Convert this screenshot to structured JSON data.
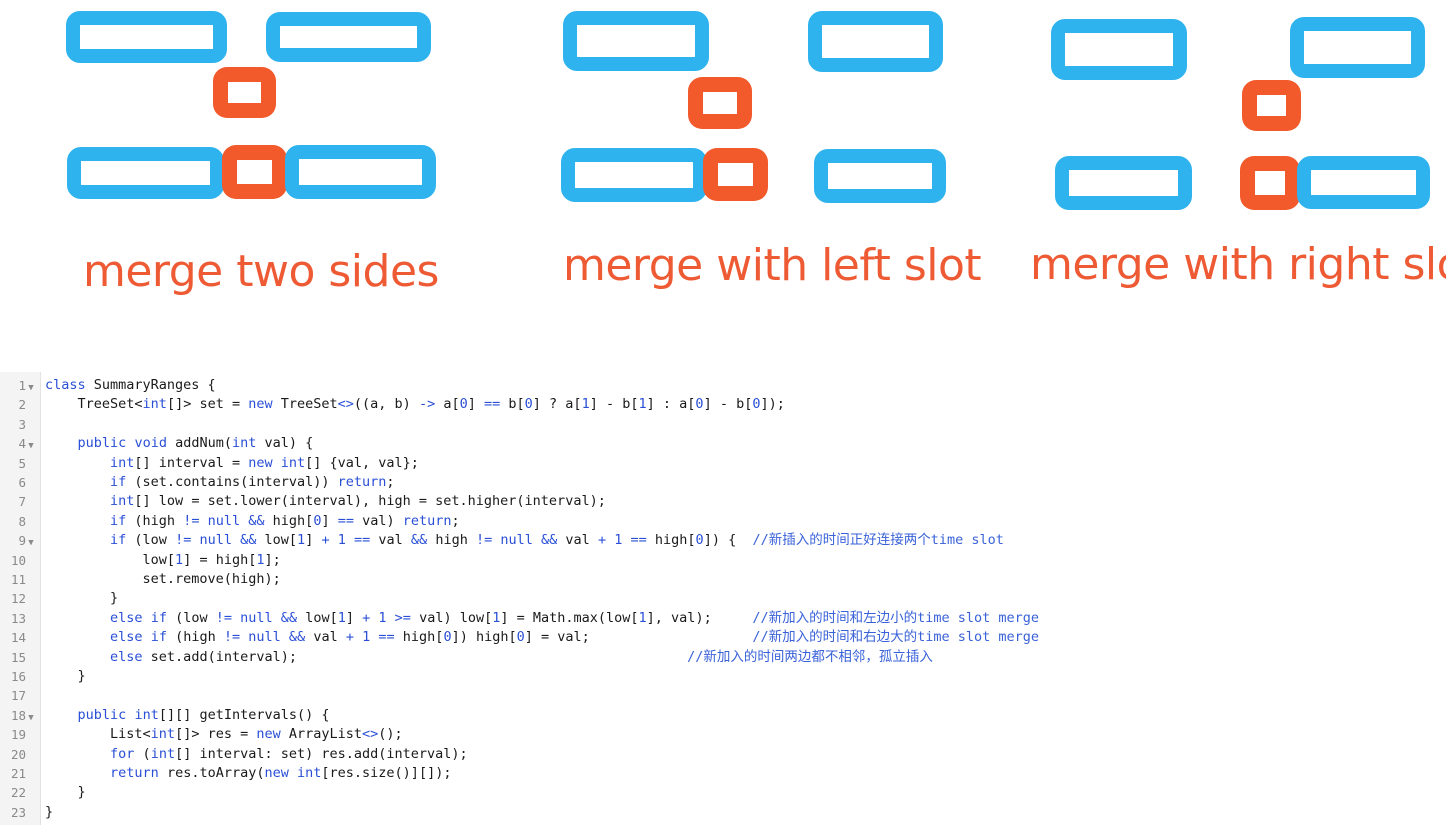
{
  "diagram": {
    "colors": {
      "existing_slot": "#2fb3ee",
      "new_slot": "#f25a2c",
      "caption": "#ee5a33"
    },
    "captions": {
      "two_sides": "merge two sides",
      "left": "merge with left slot",
      "right": "merge with right slot"
    }
  },
  "editor": {
    "lines": [
      {
        "n": "1",
        "fold": true,
        "code": "class SummaryRanges {"
      },
      {
        "n": "2",
        "fold": false,
        "code": "    TreeSet<int[]> set = new TreeSet<>((a, b) -> a[0] == b[0] ? a[1] - b[1] : a[0] - b[0]);"
      },
      {
        "n": "3",
        "fold": false,
        "code": ""
      },
      {
        "n": "4",
        "fold": true,
        "code": "    public void addNum(int val) {"
      },
      {
        "n": "5",
        "fold": false,
        "code": "        int[] interval = new int[] {val, val};"
      },
      {
        "n": "6",
        "fold": false,
        "code": "        if (set.contains(interval)) return;"
      },
      {
        "n": "7",
        "fold": false,
        "code": "        int[] low = set.lower(interval), high = set.higher(interval);"
      },
      {
        "n": "8",
        "fold": false,
        "code": "        if (high != null && high[0] == val) return;"
      },
      {
        "n": "9",
        "fold": true,
        "code": "        if (low != null && low[1] + 1 == val && high != null && val + 1 == high[0]) {",
        "comment": "  //新插入的时间正好连接两个time slot"
      },
      {
        "n": "10",
        "fold": false,
        "code": "            low[1] = high[1];"
      },
      {
        "n": "11",
        "fold": false,
        "code": "            set.remove(high);"
      },
      {
        "n": "12",
        "fold": false,
        "code": "        }"
      },
      {
        "n": "13",
        "fold": false,
        "code": "        else if (low != null && low[1] + 1 >= val) low[1] = Math.max(low[1], val);",
        "comment": "     //新加入的时间和左边小的time slot merge"
      },
      {
        "n": "14",
        "fold": false,
        "code": "        else if (high != null && val + 1 == high[0]) high[0] = val;",
        "comment": "                    //新加入的时间和右边大的time slot merge"
      },
      {
        "n": "15",
        "fold": false,
        "code": "        else set.add(interval);",
        "comment": "                                                //新加入的时间两边都不相邻，孤立插入"
      },
      {
        "n": "16",
        "fold": false,
        "code": "    }"
      },
      {
        "n": "17",
        "fold": false,
        "code": ""
      },
      {
        "n": "18",
        "fold": true,
        "code": "    public int[][] getIntervals() {"
      },
      {
        "n": "19",
        "fold": false,
        "code": "        List<int[]> res = new ArrayList<>();"
      },
      {
        "n": "20",
        "fold": false,
        "code": "        for (int[] interval: set) res.add(interval);"
      },
      {
        "n": "21",
        "fold": false,
        "code": "        return res.toArray(new int[res.size()][]);"
      },
      {
        "n": "22",
        "fold": false,
        "code": "    }"
      },
      {
        "n": "23",
        "fold": false,
        "code": "}"
      }
    ]
  }
}
